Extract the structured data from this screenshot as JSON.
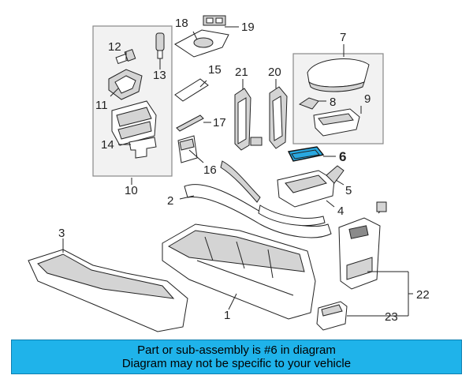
{
  "callouts": {
    "c1": "1",
    "c2": "2",
    "c3": "3",
    "c4": "4",
    "c5": "5",
    "c6": "6",
    "c7": "7",
    "c8": "8",
    "c9": "9",
    "c10": "10",
    "c11": "11",
    "c12": "12",
    "c13": "13",
    "c14": "14",
    "c15": "15",
    "c16": "16",
    "c17": "17",
    "c18": "18",
    "c19": "19",
    "c20": "20",
    "c21": "21",
    "c22": "22",
    "c23": "23"
  },
  "banner": {
    "line1": "Part or sub-assembly is #6 in diagram",
    "line2": "Diagram may not be specific to your vehicle"
  },
  "colors": {
    "highlight": "#29a8e0",
    "banner": "#1fb3ea"
  }
}
